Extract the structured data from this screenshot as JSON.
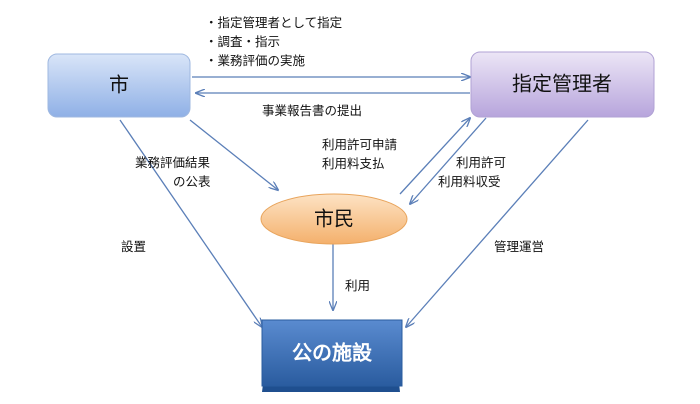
{
  "nodes": {
    "city": "市",
    "manager": "指定管理者",
    "citizen": "市民",
    "facility": "公の施設"
  },
  "labels": {
    "designation_items": [
      "・指定管理者として指定",
      "・調査・指示",
      "・業務評価の実施"
    ],
    "report": "事業報告書の提出",
    "publish_line1": "業務評価結果",
    "publish_line2": "の公表",
    "apply_line1": "利用許可申請",
    "apply_line2": "利用料支払",
    "permit_line1": "利用許可",
    "permit_line2": "利用料収受",
    "setup": "設置",
    "operate": "管理運営",
    "use": "利用"
  },
  "colors": {
    "arrow": "#5b7fb8",
    "city_fill": "#a9c3ee",
    "manager_fill": "#cbbde6",
    "citizen_fill": "#f8c690",
    "facility_fill": "#3a6fb5"
  }
}
